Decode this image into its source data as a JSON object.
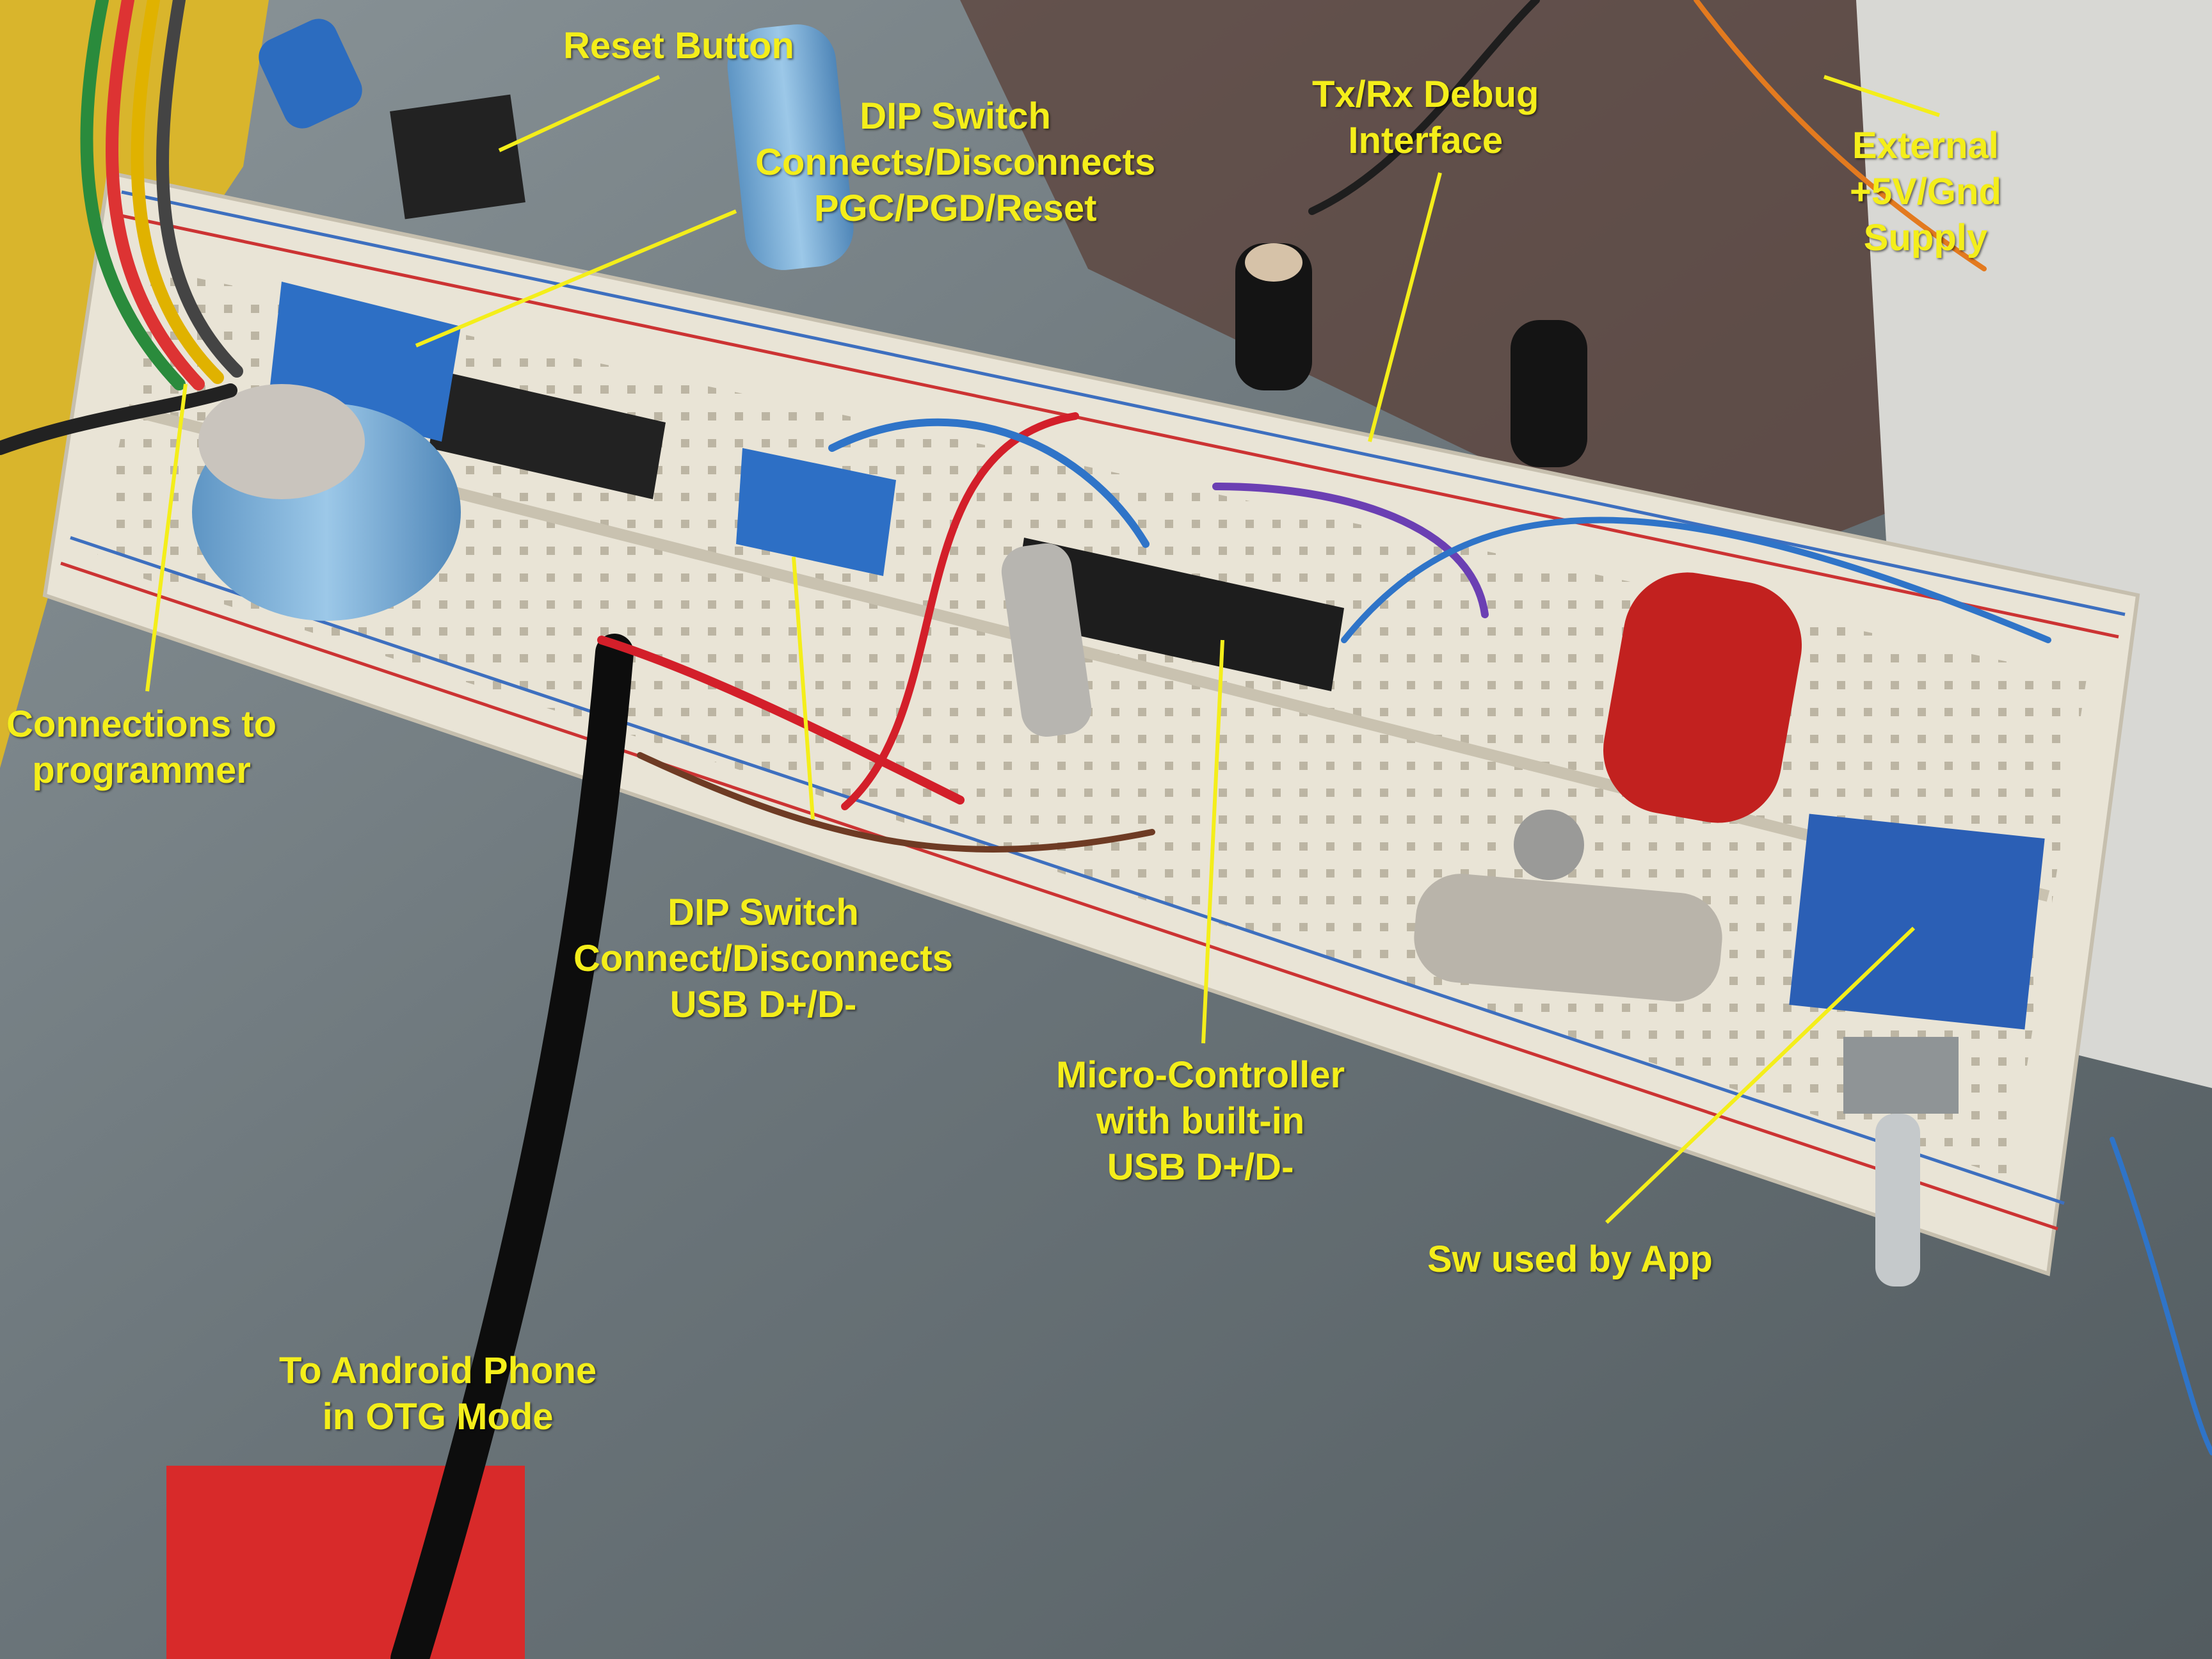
{
  "labels": {
    "reset": [
      "Reset Button"
    ],
    "dip_prog": [
      "DIP Switch",
      "Connects/Disconnects",
      "PGC/PGD/Reset"
    ],
    "txrx": [
      "Tx/Rx Debug",
      "Interface"
    ],
    "supply": [
      "External",
      "+5V/Gnd",
      "Supply"
    ],
    "programmer": [
      "Connections to",
      "programmer"
    ],
    "dip_usb": [
      "DIP Switch",
      "Connect/Disconnects",
      "USB D+/D-"
    ],
    "mcu": [
      "Micro-Controller",
      "with built-in",
      "USB D+/D-"
    ],
    "switch": [
      "Sw used by App"
    ],
    "android": [
      "To Android Phone",
      "in OTG Mode"
    ]
  },
  "colors": {
    "annotation": "#f4ee1a",
    "breadboard": "#e9e4d6",
    "background": "#6d767a"
  }
}
